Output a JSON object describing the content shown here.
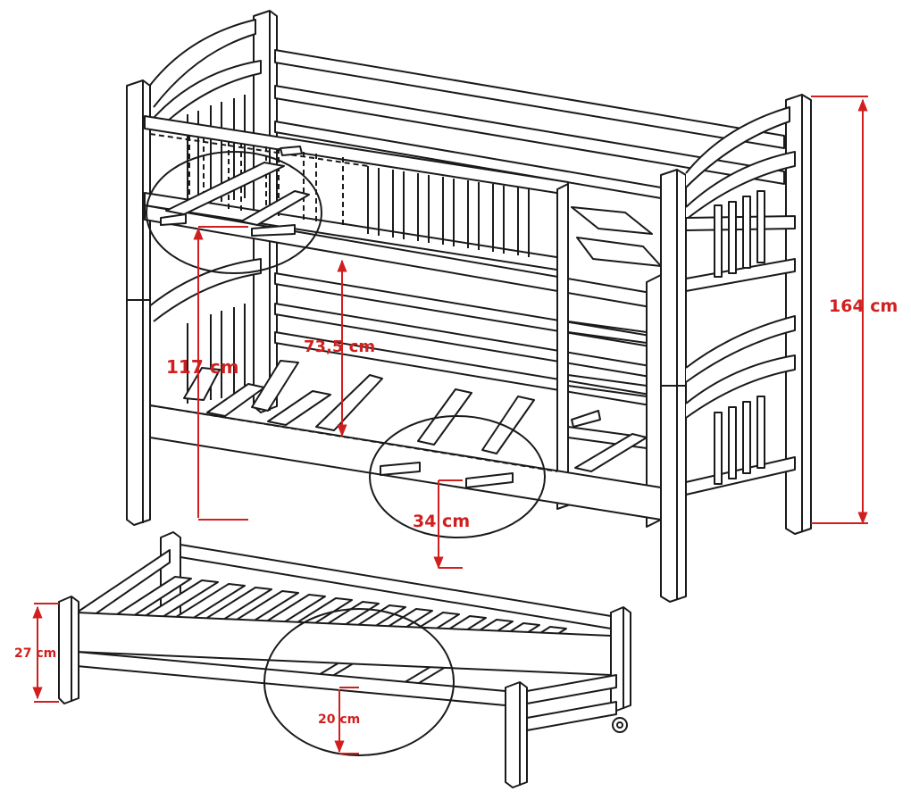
{
  "diagram": {
    "colors": {
      "outline": "#1a1a1a",
      "dimension": "#d11f1f",
      "background": "#ffffff"
    },
    "dimensions": {
      "total_height": "164 cm",
      "upper_bed_height": "117 cm",
      "clearance_between_beds": "73,5 cm",
      "lower_bed_height": "34 cm",
      "trundle_height": "27 cm",
      "trundle_mattress_height": "20 cm"
    }
  }
}
